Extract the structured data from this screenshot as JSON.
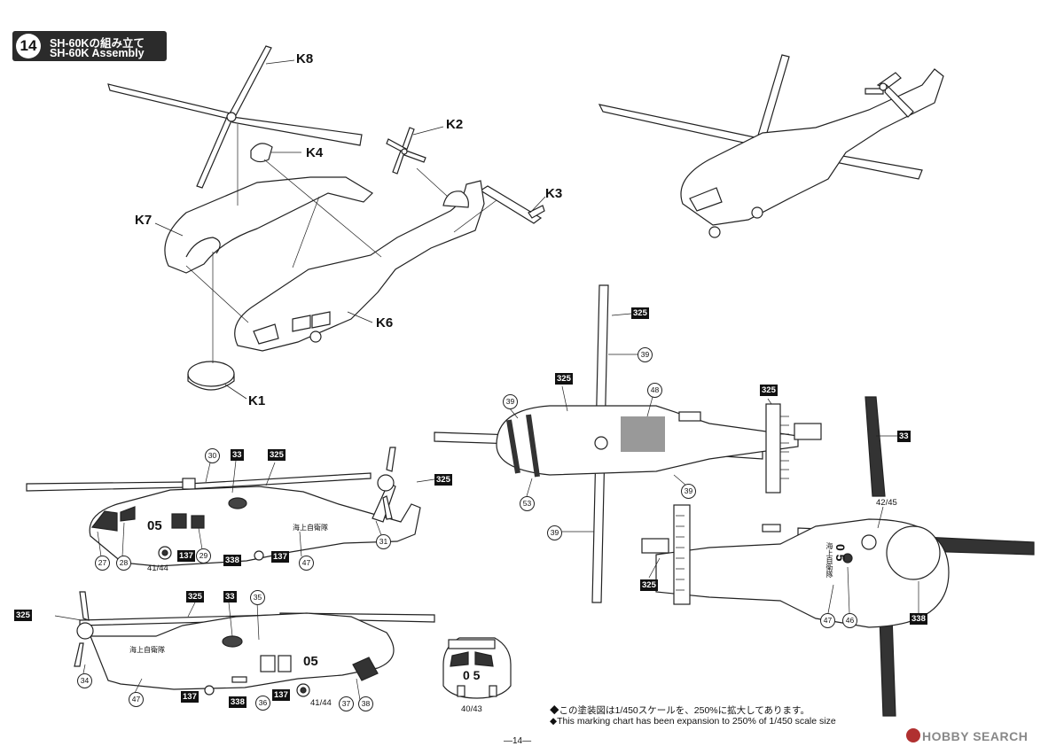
{
  "step": {
    "number": "14",
    "title_jp": "SH-60Kの組み立て",
    "title_en": "SH-60K Assembly"
  },
  "part_labels": {
    "k8": "K8",
    "k4": "K4",
    "k2": "K2",
    "k3": "K3",
    "k7": "K7",
    "k6": "K6",
    "k1": "K1"
  },
  "marking_numbers": {
    "n30": "30",
    "n33a": "33",
    "n325a": "325",
    "n325b": "325",
    "n27": "27",
    "n28": "28",
    "n4144a": "41/44",
    "n137a": "137",
    "n29": "29",
    "n338a": "338",
    "n137b": "137",
    "n47a": "47",
    "n31": "31",
    "n325c": "325",
    "n33b": "33",
    "n35": "35",
    "n325d": "325",
    "n34": "34",
    "n47b": "47",
    "n137c": "137",
    "n338b": "338",
    "n36": "36",
    "n137d": "137",
    "n4144b": "41/44",
    "n37": "37",
    "n38": "38",
    "n4043": "40/43",
    "n325e": "325",
    "n39a": "39",
    "n325f": "325",
    "n39b": "39",
    "n48": "48",
    "n325g": "325",
    "n39c": "39",
    "n53": "53",
    "n39d": "39",
    "n33c": "33",
    "n4245": "42/45",
    "n325h": "325",
    "n47c": "47",
    "n46": "46",
    "n338c": "338"
  },
  "aircraft_texts": {
    "side_code": "05",
    "side_jp": "海上自衛隊",
    "front_code": "0 5",
    "bottom_code": "0 5",
    "bottom_jp": "海上自衛隊"
  },
  "notes": {
    "line1": "◆この塗装図は1/450スケールを、250%に拡大してあります。",
    "line2": "◆This marking chart has been expansion to 250% of 1/450 scale size"
  },
  "footer": {
    "page": "—14—",
    "watermark": "HOBBY SEARCH"
  }
}
